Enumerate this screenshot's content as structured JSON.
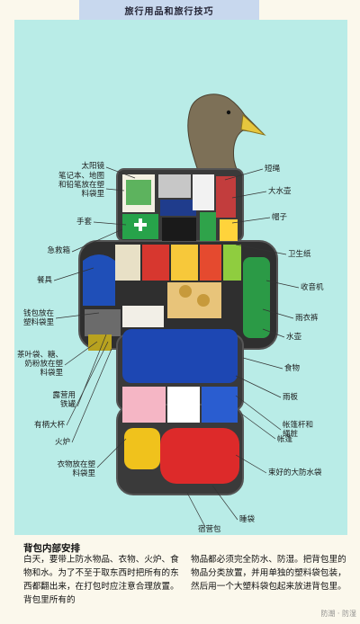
{
  "header": {
    "title": "旅行用品和旅行技巧"
  },
  "labels_left": {
    "sunglasses": "太阳镜",
    "notebook": "笔记本、地图\n和铅笔放在塑\n料袋里",
    "gloves": "手套",
    "first_aid": "急救箱",
    "utensils": "餐具",
    "wallet": "钱包放在\n塑料袋里",
    "tea": "茶叶袋、糖、\n奶粉放在塑\n料袋里",
    "flashlight": "露营用\n铁罐",
    "cup": "有柄大杯",
    "stove": "火炉",
    "clothes_bag": "衣物放在塑\n料袋里"
  },
  "labels_right": {
    "lighter": "短绳",
    "big_bottle": "大水壶",
    "hat": "帽子",
    "toilet_paper": "卫生纸",
    "radio": "收音机",
    "raincoat": "雨衣裤",
    "water": "水壶",
    "food": "食物",
    "rainboard": "雨板",
    "tent_poles": "帐篷杆和\n绳桩",
    "tent": "帐篷",
    "waterproof": "束好的大防水袋",
    "sleeping_bag": "睡袋",
    "bottom_bag": "宿营包"
  },
  "bottom": {
    "title": "背包内部安排",
    "col1": "白天，要带上防水物品、衣物、火炉、食物和水。为了不至于取东西时把所有的东西都翻出来，在打包时应注意合理放置。背包里所有的",
    "col2": "物品都必须完全防水、防湿。把背包里的物品分类放置，并用单独的塑料袋包装，然后用一个大塑料袋包起来放进背包里。"
  },
  "watermark": "防潮 · 防湿"
}
